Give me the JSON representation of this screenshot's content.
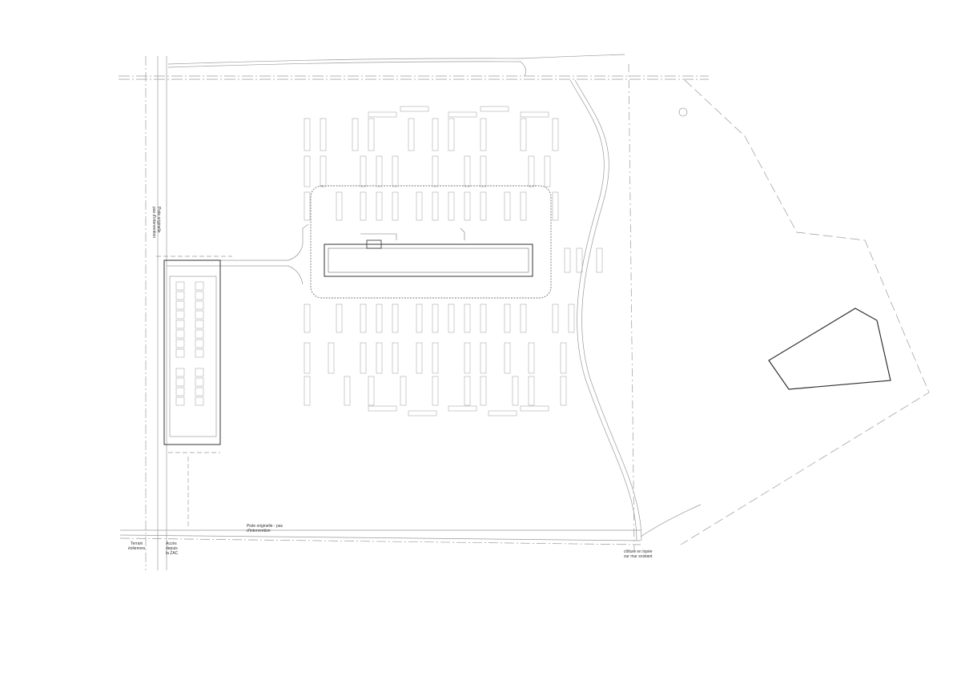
{
  "labels": {
    "vertical_track": "Piste originelle\npas d'intervention",
    "bottom_track": "Piste originelle - pas\nd'intervention",
    "wind_farm": "Terrain\néoliennes",
    "zac_access": "Accès\ndepuis\nla ZAC",
    "fence": "clôture en lopée\nsur mur existant"
  },
  "colors": {
    "line": "#8a8a8a",
    "dark": "#333333",
    "background": "#ffffff"
  }
}
